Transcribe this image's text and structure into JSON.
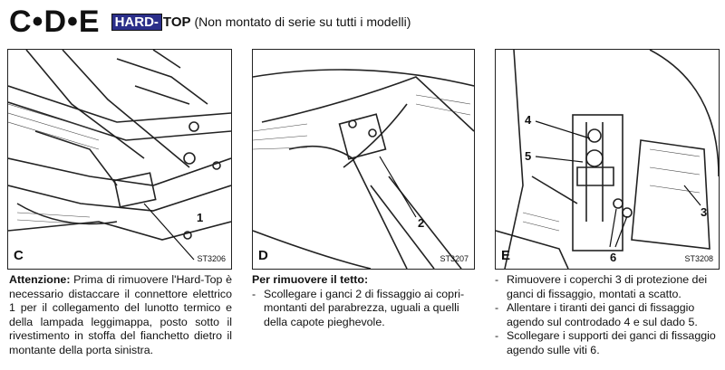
{
  "header": {
    "letters": "C•D•E",
    "section_inverse": "HARD-",
    "section_normal": "TOP",
    "subtitle": "(Non montato di serie su tutti i modelli)"
  },
  "panels": [
    {
      "label": "C",
      "code": "ST3206",
      "callouts": [
        "1"
      ]
    },
    {
      "label": "D",
      "code": "ST3207",
      "callouts": [
        "2"
      ]
    },
    {
      "label": "E",
      "code": "ST3208",
      "callouts": [
        "4",
        "5",
        "3",
        "6"
      ]
    }
  ],
  "text": {
    "col1_bold": "Attenzione:",
    "col1_body": " Prima di rimuovere l'Hard-Top è necessario distaccare il connettore elettrico 1 per il collegamento del lunotto termico e della lampada leggimappa, posto sotto il rivestimento in stoffa del fianchetto dietro il montante della porta sinistra.",
    "col2_heading": "Per rimuovere il tetto:",
    "col2_items": [
      "Scollegare i ganci 2 di fissaggio ai copri-montanti del parabrezza, uguali a quelli della capote pieghevole."
    ],
    "col3_items": [
      "Rimuovere i coperchi 3 di protezione dei ganci di fissaggio, montati a scatto.",
      "Allentare i tiranti dei ganci di fissaggio agendo sul controdado 4 e sul dado 5.",
      "Scollegare i supporti dei ganci di fissaggio agendo sulle viti 6."
    ]
  }
}
